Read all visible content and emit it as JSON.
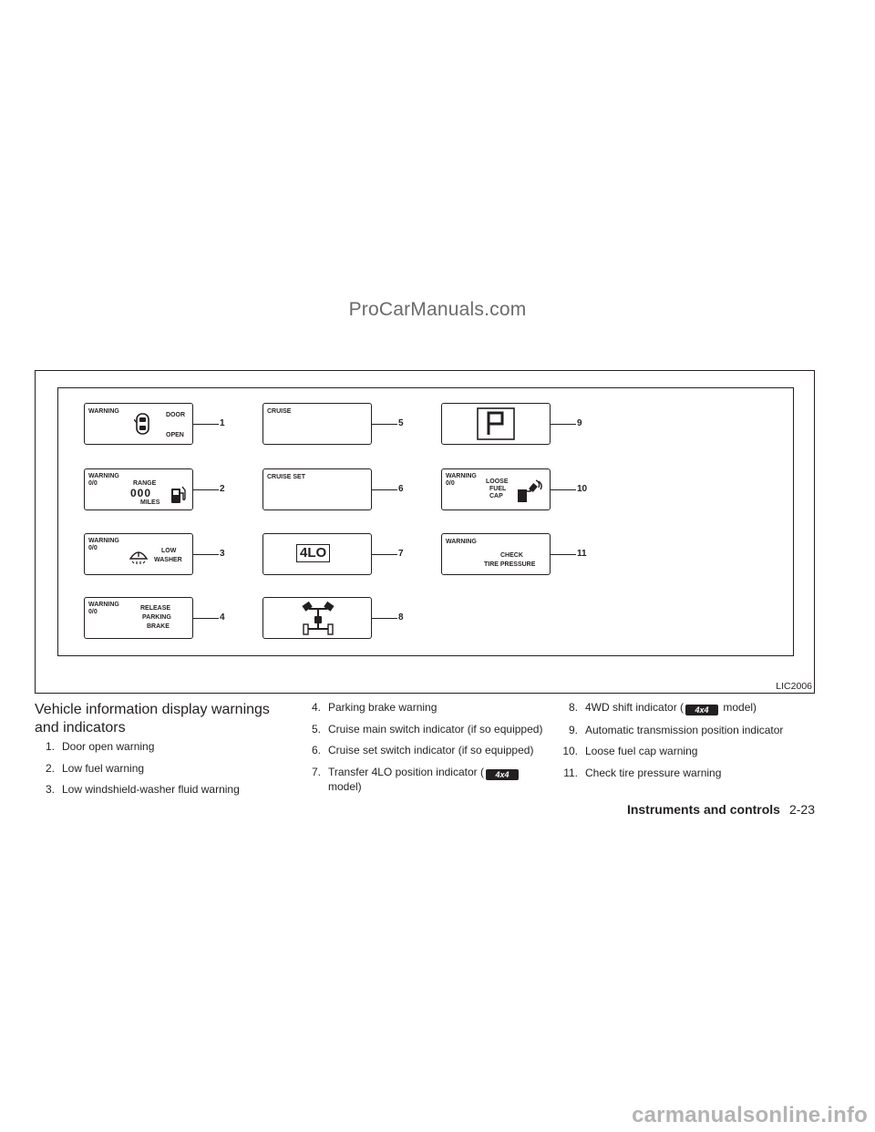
{
  "watermarks": {
    "top": "ProCarManuals.com",
    "bottom": "carmanualsonline.info"
  },
  "figure": {
    "code": "LIC2006",
    "panels": [
      {
        "number": "1",
        "texts": {
          "warning": "WARNING",
          "door": "DOOR",
          "open": "OPEN"
        },
        "icon": "door-open-icon"
      },
      {
        "number": "2",
        "texts": {
          "warning": "WARNING",
          "oo": "0/0",
          "range": "RANGE",
          "digits": "000",
          "miles": "MILES"
        },
        "icon": "fuel-pump-icon"
      },
      {
        "number": "3",
        "texts": {
          "warning": "WARNING",
          "oo": "0/0",
          "low": "LOW",
          "washer": "WASHER"
        },
        "icon": "washer-fluid-icon"
      },
      {
        "number": "4",
        "texts": {
          "warning": "WARNING",
          "oo": "0/0",
          "release": "RELEASE",
          "parking": "PARKING",
          "brake": "BRAKE"
        }
      },
      {
        "number": "5",
        "texts": {
          "cruise": "CRUISE"
        }
      },
      {
        "number": "6",
        "texts": {
          "cruise_set": "CRUISE SET"
        }
      },
      {
        "number": "7",
        "texts": {
          "lo": "4LO"
        }
      },
      {
        "number": "8",
        "icon": "4wd-shift-icon"
      },
      {
        "number": "9",
        "texts": {
          "p": "P"
        },
        "icon": "gear-position-p-icon"
      },
      {
        "number": "10",
        "texts": {
          "warning": "WARNING",
          "oo": "0/0",
          "loose": "LOOSE",
          "fuel": "FUEL",
          "cap": "CAP"
        },
        "icon": "fuel-cap-icon"
      },
      {
        "number": "11",
        "texts": {
          "warning": "WARNING",
          "check": "CHECK",
          "tire": "TIRE PRESSURE"
        }
      }
    ]
  },
  "section": {
    "title": "Vehicle information display warnings and indicators",
    "items": [
      {
        "num": "1.",
        "text": "Door open warning"
      },
      {
        "num": "2.",
        "text": "Low fuel warning"
      },
      {
        "num": "3.",
        "text": "Low windshield-washer fluid warning"
      },
      {
        "num": "4.",
        "text": "Parking brake warning"
      },
      {
        "num": "5.",
        "text": "Cruise main switch indicator (if so equipped)"
      },
      {
        "num": "6.",
        "text": "Cruise set switch indicator (if so equipped)"
      },
      {
        "num": "7.",
        "text_before": "Transfer 4LO position indicator (",
        "text_after": "model)"
      },
      {
        "num": "8.",
        "text_before": "4WD shift indicator (",
        "text_after": "model)"
      },
      {
        "num": "9.",
        "text": "Automatic transmission position indicator"
      },
      {
        "num": "10.",
        "text": "Loose fuel cap warning"
      },
      {
        "num": "11.",
        "text": "Check tire pressure warning"
      }
    ],
    "badge_label": "4x4"
  },
  "footer": {
    "chapter": "Instruments and controls",
    "page": "2-23"
  }
}
